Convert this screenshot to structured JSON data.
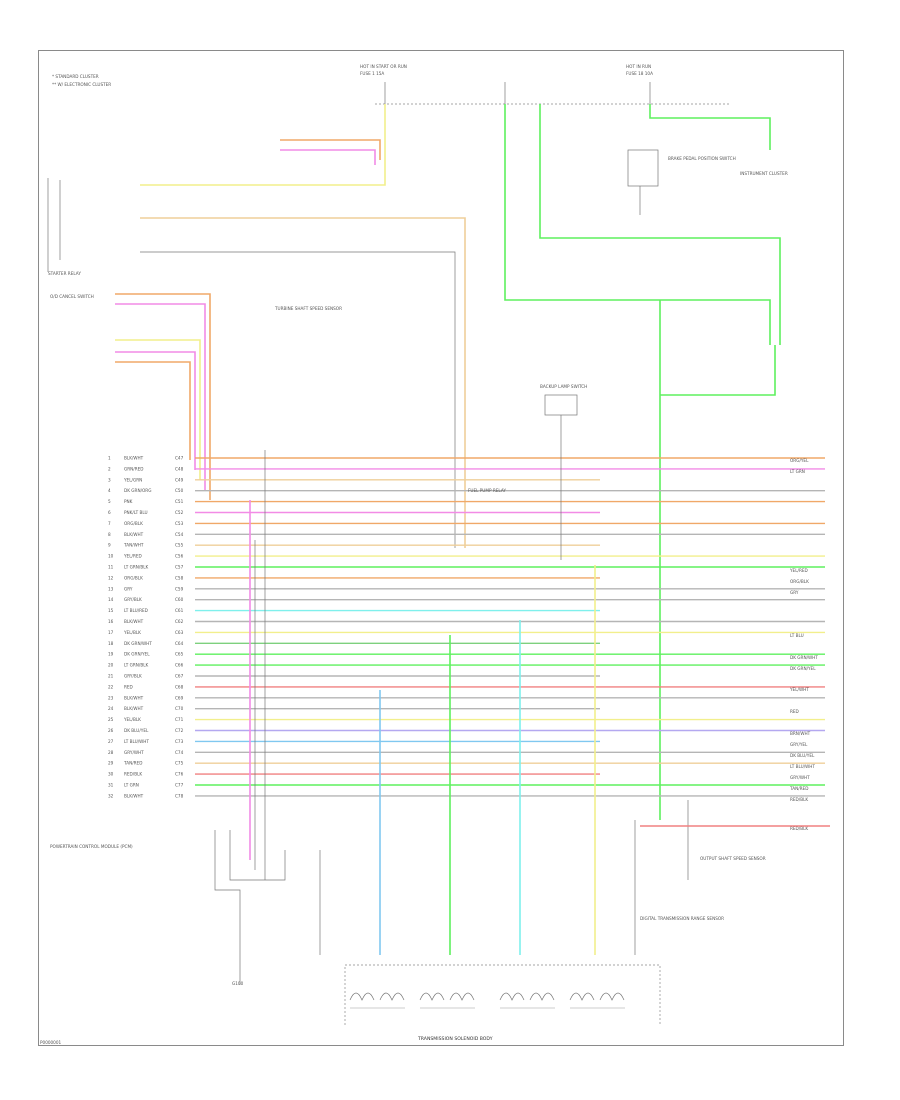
{
  "notes": [
    "* STANDARD CLUSTER",
    "** W/ ELECTRONIC CLUSTER"
  ],
  "figure_id": "P0000001",
  "colors": {
    "orange": "#f0a868",
    "yellow": "#f2ef8c",
    "green": "#5ef05e",
    "pink": "#f28be6",
    "red": "#f08080",
    "tan": "#efcf9a",
    "blue": "#80c8f0",
    "cyan": "#7ff0ec",
    "violet": "#b4a8f0",
    "grey": "#b5b5b5",
    "dkgreen": "#7ed07e"
  },
  "fuse_labels": {
    "hot_in_start": "HOT IN START OR RUN",
    "hot_run": "HOT IN RUN",
    "fuse_a": "FUSE 1 15A",
    "fuse_b": "FUSE 18 10A"
  },
  "components": {
    "tcm": "POWERTRAIN CONTROL MODULE (PCM)",
    "brake_switch": "BRAKE PEDAL POSITION SWITCH",
    "overdrive_switch": "O/D CANCEL SWITCH",
    "tr_sensor": "DIGITAL TRANSMISSION RANGE SENSOR",
    "speed_sensor": "OUTPUT SHAFT SPEED SENSOR",
    "turbine_sensor": "TURBINE SHAFT SPEED SENSOR",
    "solenoid_body": "TRANSMISSION SOLENOID BODY",
    "ground_label": "G100",
    "cluster": "INSTRUMENT CLUSTER",
    "starter_relay": "STARTER RELAY",
    "backup_lamp": "BACKUP LAMP SWITCH",
    "fuel_pump": "FUEL PUMP RELAY"
  },
  "pcm_pins": [
    {
      "pin": "1",
      "wire": "BLK/WHT",
      "circuit": "C47"
    },
    {
      "pin": "2",
      "wire": "GRN/RED",
      "circuit": "C48"
    },
    {
      "pin": "3",
      "wire": "YEL/GRN",
      "circuit": "C49"
    },
    {
      "pin": "4",
      "wire": "DK GRN/ORG",
      "circuit": "C50"
    },
    {
      "pin": "5",
      "wire": "PNK",
      "circuit": "C51"
    },
    {
      "pin": "6",
      "wire": "PNK/LT BLU",
      "circuit": "C52"
    },
    {
      "pin": "7",
      "wire": "ORG/BLK",
      "circuit": "C53"
    },
    {
      "pin": "8",
      "wire": "BLK/WHT",
      "circuit": "C54"
    },
    {
      "pin": "9",
      "wire": "TAN/WHT",
      "circuit": "C55"
    },
    {
      "pin": "10",
      "wire": "YEL/RED",
      "circuit": "C56"
    },
    {
      "pin": "11",
      "wire": "LT GRN/BLK",
      "circuit": "C57"
    },
    {
      "pin": "12",
      "wire": "ORG/BLK",
      "circuit": "C58"
    },
    {
      "pin": "13",
      "wire": "GRY",
      "circuit": "C59"
    },
    {
      "pin": "14",
      "wire": "GRY/BLK",
      "circuit": "C60"
    },
    {
      "pin": "15",
      "wire": "LT BLU/RED",
      "circuit": "C61"
    },
    {
      "pin": "16",
      "wire": "BLK/WHT",
      "circuit": "C62"
    },
    {
      "pin": "17",
      "wire": "YEL/BLK",
      "circuit": "C63"
    },
    {
      "pin": "18",
      "wire": "DK GRN/WHT",
      "circuit": "C64"
    },
    {
      "pin": "19",
      "wire": "DK GRN/YEL",
      "circuit": "C65"
    },
    {
      "pin": "20",
      "wire": "LT GRN/BLK",
      "circuit": "C66"
    },
    {
      "pin": "21",
      "wire": "GRY/BLK",
      "circuit": "C67"
    },
    {
      "pin": "22",
      "wire": "RED",
      "circuit": "C68"
    },
    {
      "pin": "23",
      "wire": "BLK/WHT",
      "circuit": "C69"
    },
    {
      "pin": "24",
      "wire": "BLK/WHT",
      "circuit": "C70"
    },
    {
      "pin": "25",
      "wire": "YEL/BLK",
      "circuit": "C71"
    },
    {
      "pin": "26",
      "wire": "DK BLU/YEL",
      "circuit": "C72"
    },
    {
      "pin": "27",
      "wire": "LT BLU/WHT",
      "circuit": "C73"
    },
    {
      "pin": "28",
      "wire": "GRY/WHT",
      "circuit": "C74"
    },
    {
      "pin": "29",
      "wire": "TAN/RED",
      "circuit": "C75"
    },
    {
      "pin": "30",
      "wire": "RED/BLK",
      "circuit": "C76"
    },
    {
      "pin": "31",
      "wire": "LT GRN",
      "circuit": "C77"
    },
    {
      "pin": "32",
      "wire": "BLK/WHT",
      "circuit": "C78"
    }
  ],
  "right_labels": [
    "ORG/YEL",
    "LT GRN",
    "YEL/RED",
    "ORG/BLK",
    "GRY",
    "LT BLU",
    "DK GRN/WHT",
    "DK GRN/YEL",
    "YEL/WHT",
    "RED",
    "BRN/WHT",
    "GRY/YEL",
    "DK BLU/YEL",
    "LT BLU/WHT",
    "GRY/WHT",
    "TAN/RED",
    "RED/BLK",
    "RED/BLK"
  ]
}
